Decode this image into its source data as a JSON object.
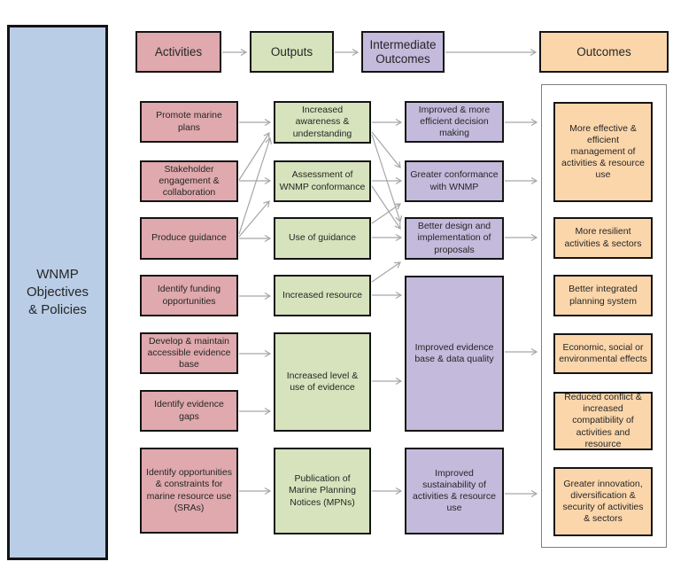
{
  "colors": {
    "source_fill": "#b9cde6",
    "activities_fill": "#dfa9ad",
    "outputs_fill": "#d6e3bc",
    "intermediate_fill": "#c3badc",
    "outcomes_fill": "#fbd6ab",
    "arrow": "#a6a6a6",
    "box_border": "#141414",
    "group_border": "#7f7f7f"
  },
  "source": {
    "label": "WNMP Objectives & Policies"
  },
  "headers": {
    "activities": "Activities",
    "outputs": "Outputs",
    "intermediate": "Intermediate Outcomes",
    "outcomes": "Outcomes"
  },
  "activities": [
    "Promote marine plans",
    "Stakeholder engagement & collaboration",
    "Produce guidance",
    "Identify funding opportunities",
    "Develop & maintain accessible evidence base",
    "Identify evidence gaps",
    "Identify opportunities & constraints for marine resource use (SRAs)"
  ],
  "outputs": [
    "Increased awareness & understanding",
    "Assessment of WNMP conformance",
    "Use of guidance",
    "Increased resource",
    "Increased level & use of evidence",
    "Publication of Marine Planning Notices (MPNs)"
  ],
  "intermediate_outcomes": [
    "Improved & more efficient decision making",
    "Greater conformance with WNMP",
    "Better design and implementation of proposals",
    "Improved evidence base & data quality",
    "Improved sustainability of activities & resource use"
  ],
  "outcomes": [
    "More effective & efficient management of activities & resource use",
    "More resilient activities & sectors",
    "Better integrated planning system",
    "Economic, social or environmental effects",
    "Reduced conflict & increased compatibility of activities and resource",
    "Greater innovation, diversification & security of activities & sectors"
  ]
}
